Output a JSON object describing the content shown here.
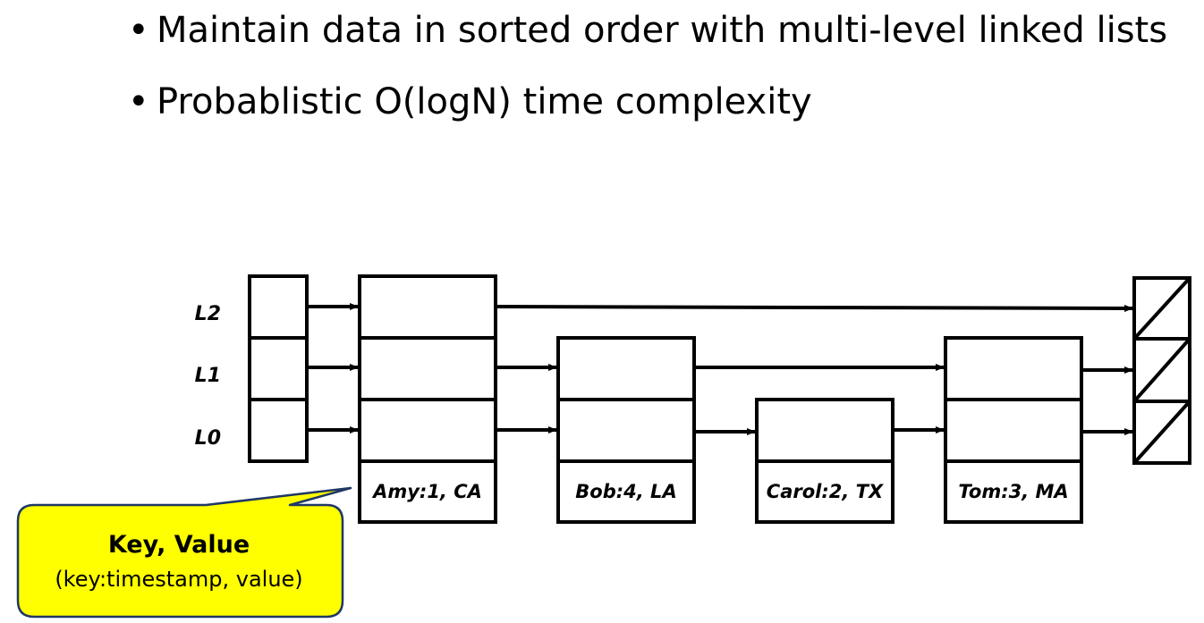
{
  "bullets": [
    "Maintain data in sorted order with multi-level linked lists",
    "Probablistic O(logN) time complexity"
  ],
  "levels": [
    "L2",
    "L1",
    "L0"
  ],
  "nodes": [
    {
      "key": "Amy:1, CA",
      "height": 3
    },
    {
      "key": "Bob:4, LA",
      "height": 2
    },
    {
      "key": "Carol:2, TX",
      "height": 1
    },
    {
      "key": "Tom:3, MA",
      "height": 2
    }
  ],
  "callout": {
    "title": "Key, Value",
    "subtitle": "(key:timestamp, value)",
    "fill_color": "#ffff00",
    "border_color": "#1f3864"
  }
}
